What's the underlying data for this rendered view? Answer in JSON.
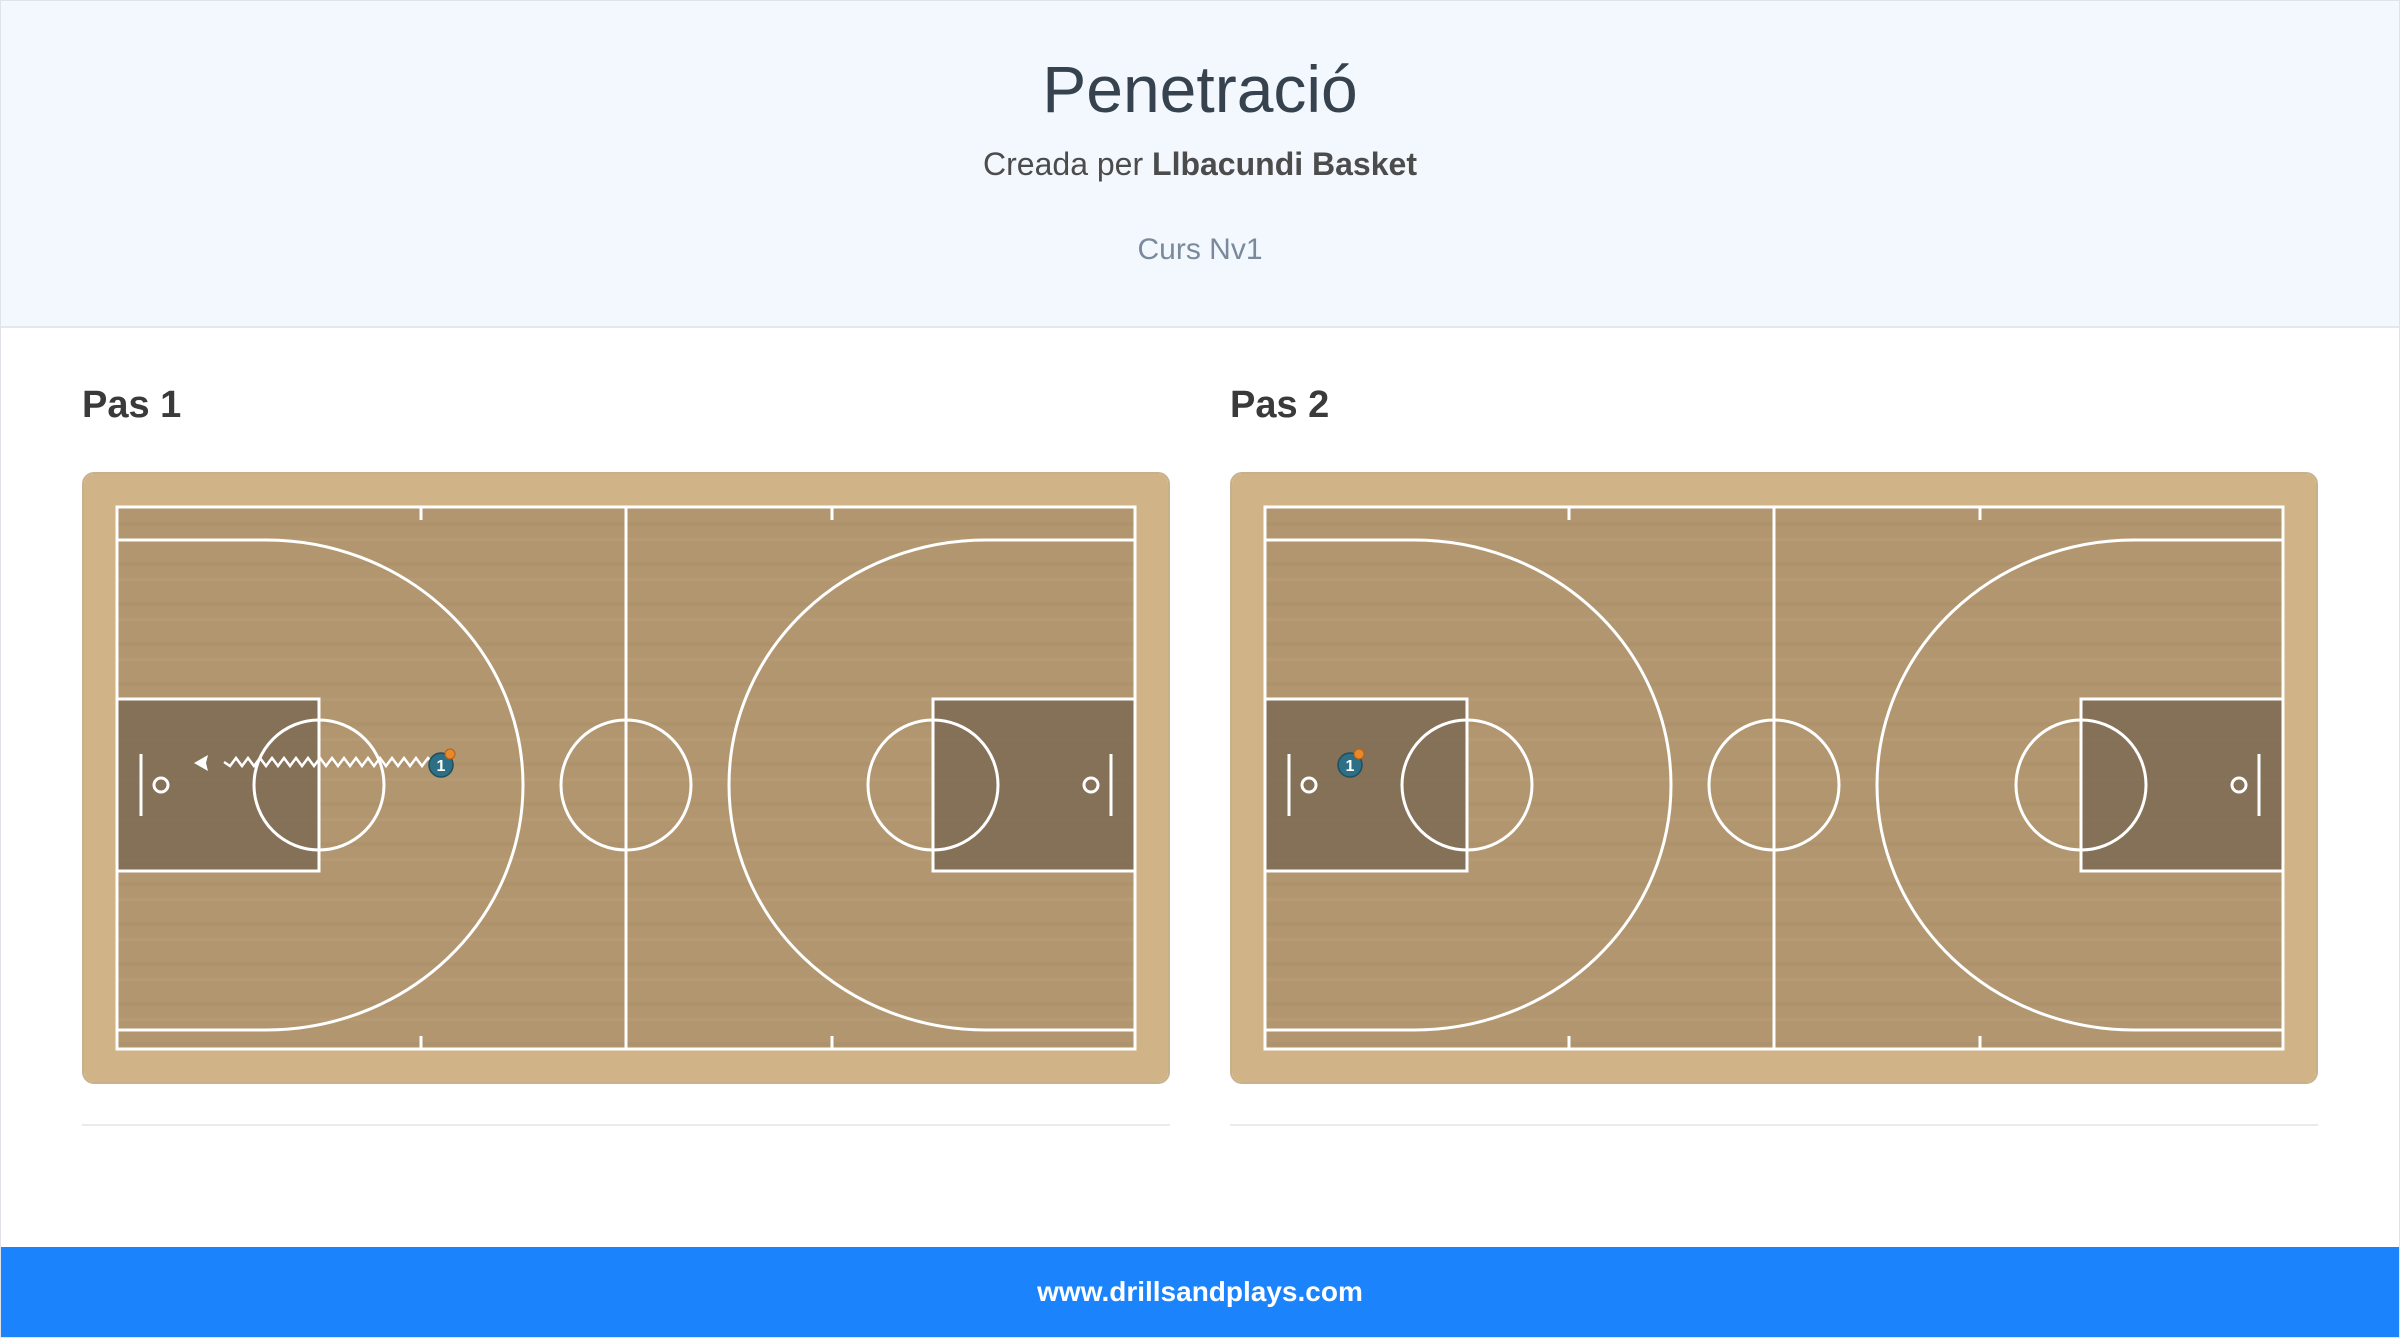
{
  "header": {
    "title": "Penetració",
    "created_prefix": "Creada per",
    "author": "Llbacundi Basket",
    "course": "Curs Nv1"
  },
  "steps": [
    {
      "label": "Pas 1",
      "player_number": "1"
    },
    {
      "label": "Pas 2",
      "player_number": "1"
    }
  ],
  "footer": {
    "site": "www.drillsandplays.com"
  },
  "colors": {
    "court_floor": "#b1966f",
    "court_border": "#d0b387",
    "paint": "#7d6b55",
    "court_lines": "#ffffff",
    "player": "#2d6f85",
    "ball": "#e8882a",
    "footer_bg": "#1b84fd"
  }
}
